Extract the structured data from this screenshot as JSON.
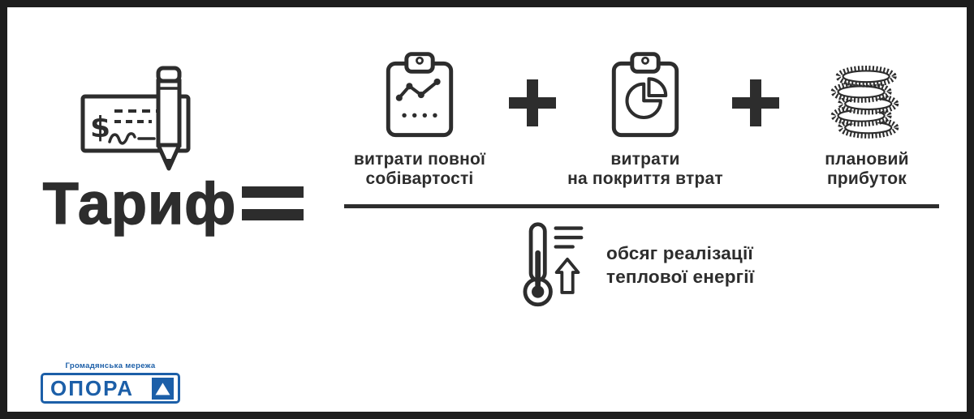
{
  "colors": {
    "ink": "#2d2d2d",
    "logo_blue": "#1c5fa8"
  },
  "formula": {
    "result_label": "Тариф",
    "equals_symbol": "=",
    "plus_symbol": "+",
    "numerator_terms": [
      {
        "icon": "clipboard-line-chart-icon",
        "label_line1": "витрати повної",
        "label_line2": "собівартості"
      },
      {
        "icon": "clipboard-pie-chart-icon",
        "label_line1": "витрати",
        "label_line2": "на покриття втрат"
      },
      {
        "icon": "coins-stack-icon",
        "label_line1": "плановий",
        "label_line2": "прибуток"
      }
    ],
    "denominator": {
      "icon": "thermometer-up-arrow-icon",
      "label_line1": "обсяг реалізації",
      "label_line2": "теплової енергії"
    }
  },
  "tariff_icon": {
    "name": "check-dollar-pencil-icon",
    "currency_symbol": "$"
  },
  "logo": {
    "tagline": "Громадянська мережа",
    "name": "ОПОРА"
  }
}
